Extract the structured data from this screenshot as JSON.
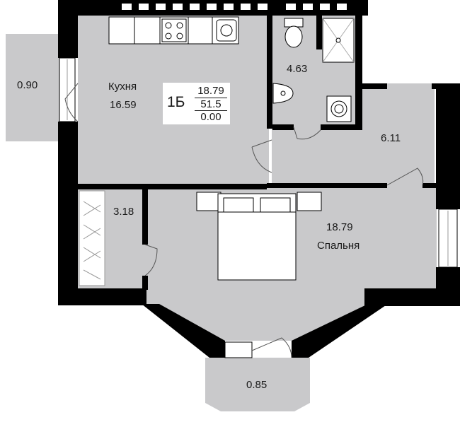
{
  "rooms": {
    "kitchen": {
      "name": "Кухня",
      "area": "16.59"
    },
    "balcony_left": {
      "area": "0.90"
    },
    "bathroom": {
      "area": "4.63"
    },
    "hall": {
      "area": "6.11"
    },
    "closet": {
      "area": "3.18"
    },
    "bedroom": {
      "name": "Спальня",
      "area": "18.79"
    },
    "balcony_bottom": {
      "area": "0.85"
    }
  },
  "summary": {
    "code": "1Б",
    "values": [
      "18.79",
      "51.5",
      "0.00"
    ]
  },
  "colors": {
    "floor": "#c9c9cb",
    "wall": "#000000",
    "fixture": "#ffffff",
    "window_mark": "#ffffff"
  }
}
